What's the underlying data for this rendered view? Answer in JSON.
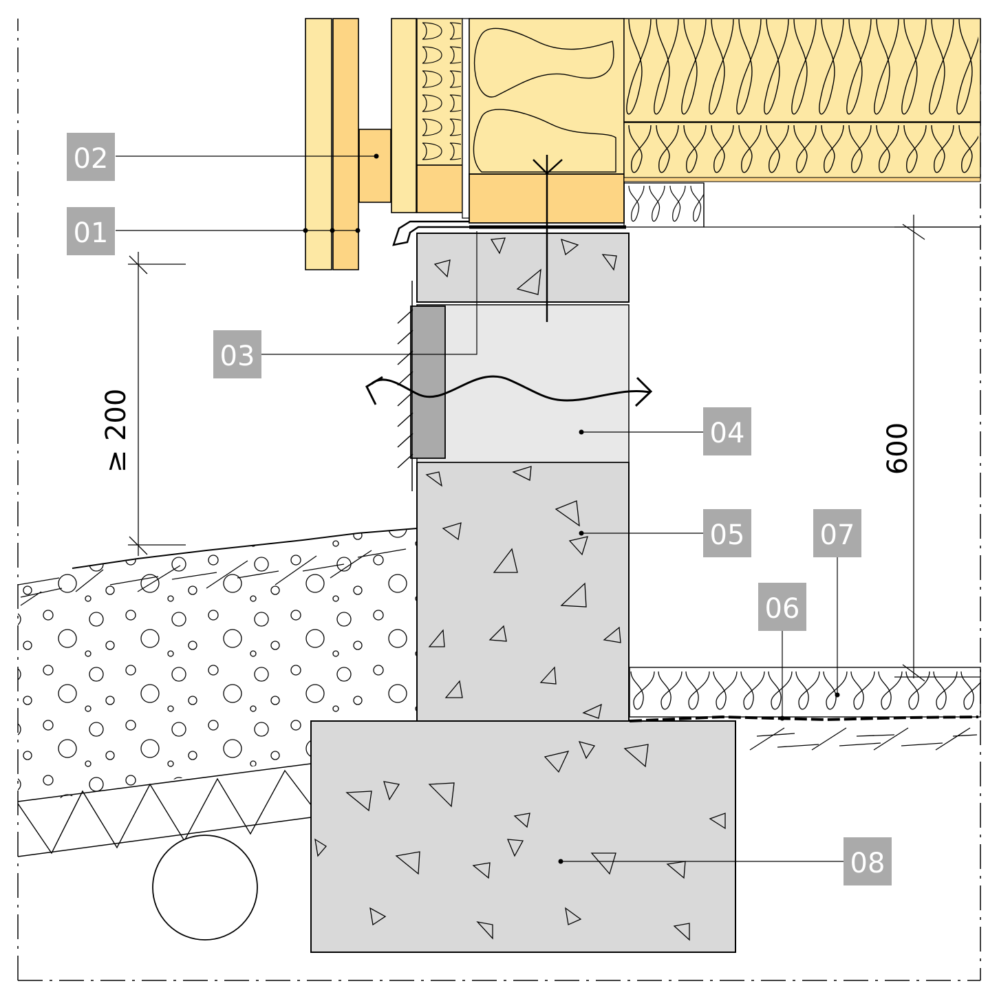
{
  "colors": {
    "timber_light": "#fde8a4",
    "timber_dark": "#fdd584",
    "concrete": "#d9d9d9",
    "concrete_light": "#e8e8e8",
    "plinth_board": "#aaaaaa",
    "tag_bg": "#aaaaaa",
    "line": "#000000"
  },
  "callouts": [
    {
      "id": "01",
      "label": "01"
    },
    {
      "id": "02",
      "label": "02"
    },
    {
      "id": "03",
      "label": "03"
    },
    {
      "id": "04",
      "label": "04"
    },
    {
      "id": "05",
      "label": "05"
    },
    {
      "id": "06",
      "label": "06"
    },
    {
      "id": "07",
      "label": "07"
    },
    {
      "id": "08",
      "label": "08"
    }
  ],
  "dimensions": {
    "plinth_height": "≥ 200",
    "crawl_space_height": "600"
  }
}
